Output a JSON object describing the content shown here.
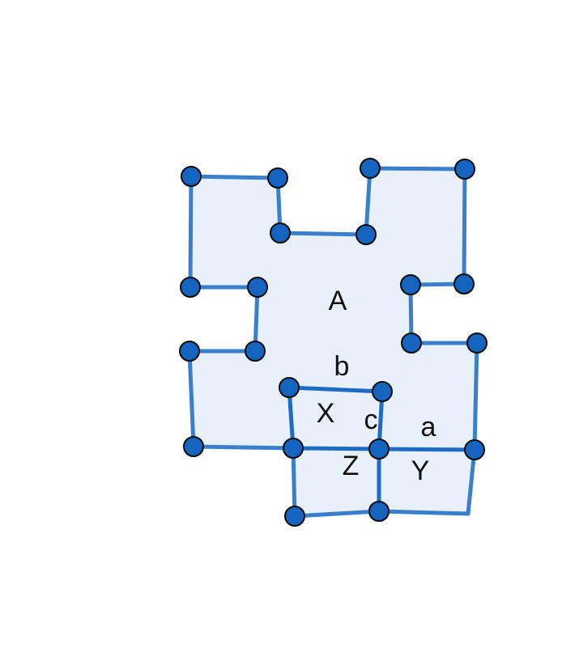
{
  "diagram": {
    "colors": {
      "fill": "#e8f0fa",
      "edge": "#3a7fcc",
      "vertex": "#1565c0"
    },
    "labels": {
      "A": "A",
      "b": "b",
      "X": "X",
      "c": "c",
      "a": "a",
      "Z": "Z",
      "Y": "Y"
    }
  }
}
